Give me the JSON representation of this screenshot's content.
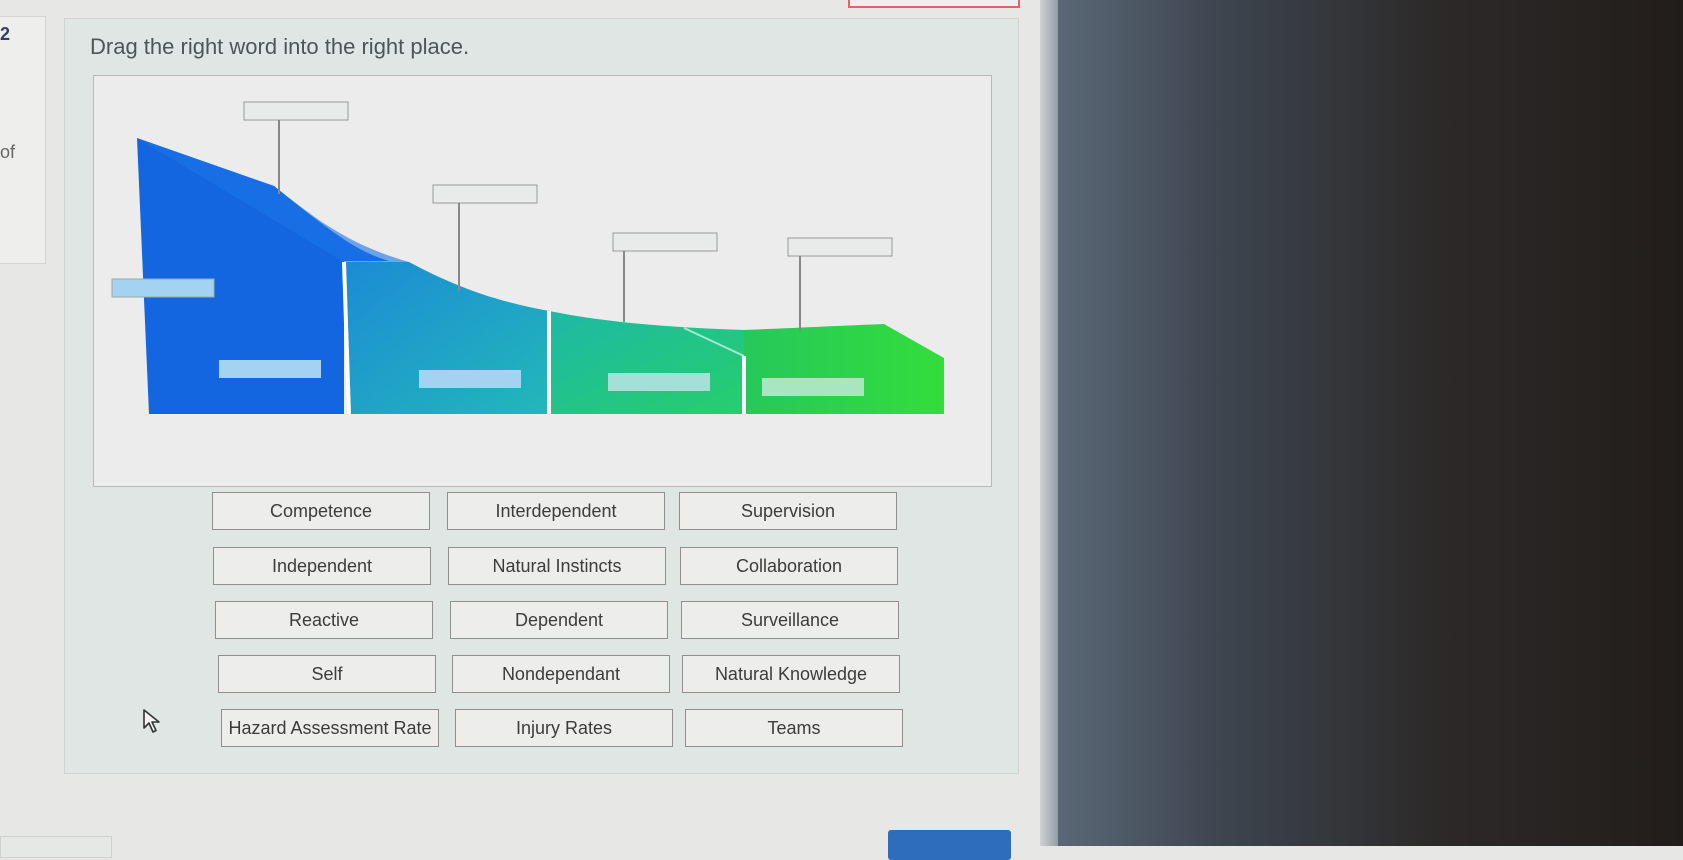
{
  "question": {
    "number": "2",
    "side_fragment": "of",
    "instruction": "Drag the right word into the right place."
  },
  "diagram": {
    "colors": {
      "stage_blue": "#1569df",
      "stage_teal": "#1ea3c2",
      "stage_green": "#22c878",
      "stage_lime": "#2ed84a",
      "drop_zone": "#a3d3f0",
      "callout_box": "#e9eaea"
    },
    "stages": [
      "stage-1",
      "stage-2",
      "stage-3",
      "stage-4"
    ],
    "callout_drop_zones": 4,
    "axis_drop_zones": 1
  },
  "word_bank": [
    "Competence",
    "Interdependent",
    "Supervision",
    "Independent",
    "Natural Instincts",
    "Collaboration",
    "Reactive",
    "Dependent",
    "Surveillance",
    "Self",
    "Nondependant",
    "Natural Knowledge",
    "Hazard Assessment Rate",
    "Injury Rates",
    "Teams"
  ],
  "icons": {
    "cursor": "mouse-pointer-icon"
  }
}
